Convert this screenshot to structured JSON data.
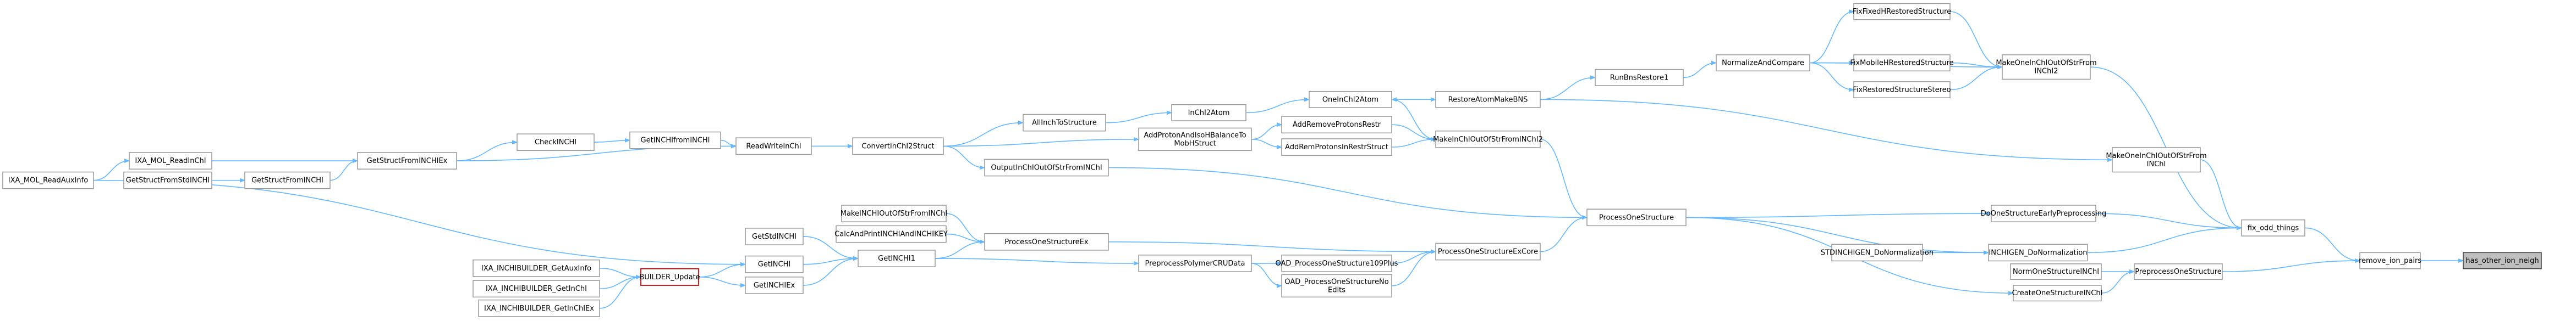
{
  "graph": {
    "nodes": [
      {
        "id": "n0",
        "label": "has_other_ion_neigh",
        "style": "root"
      },
      {
        "id": "n1",
        "label": "remove_ion_pairs"
      },
      {
        "id": "n2",
        "label": "fix_odd_things"
      },
      {
        "id": "n3",
        "label": "PreprocessOneStructure"
      },
      {
        "id": "n4",
        "label": "MakeOneInChIOutOfStrFrom\nINChI"
      },
      {
        "id": "n5",
        "label": "MakeOneInChIOutOfStrFrom\nINChI2"
      },
      {
        "id": "n6",
        "label": "DoOneStructureEarlyPreprocessing"
      },
      {
        "id": "n7",
        "label": "INCHIGEN_DoNormalization"
      },
      {
        "id": "n8",
        "label": "NormOneStructureINChI"
      },
      {
        "id": "n9",
        "label": "CreateOneStructureINChI"
      },
      {
        "id": "n10",
        "label": "FixFixedHRestoredStructure"
      },
      {
        "id": "n11",
        "label": "NormalizeAndCompare"
      },
      {
        "id": "n12",
        "label": "FixMobileHRestoredStructure"
      },
      {
        "id": "n13",
        "label": "FixRestoredStructureStereo"
      },
      {
        "id": "n14",
        "label": "RunBnsRestore1"
      },
      {
        "id": "n15",
        "label": "RestoreAtomMakeBNS"
      },
      {
        "id": "n16",
        "label": "OneInChI2Atom"
      },
      {
        "id": "n17",
        "label": "InChI2Atom"
      },
      {
        "id": "n18",
        "label": "AllInchToStructure"
      },
      {
        "id": "n19",
        "label": "AddRemoveProtonsRestr"
      },
      {
        "id": "n20",
        "label": "AddRemProtonsInRestrStruct"
      },
      {
        "id": "n21",
        "label": "AddProtonAndIsoHBalanceTo\nMobHStruct"
      },
      {
        "id": "n22",
        "label": "ConvertInChI2Struct"
      },
      {
        "id": "n23",
        "label": "ReadWriteInChI"
      },
      {
        "id": "n24",
        "label": "GetINCHIfromINCHI"
      },
      {
        "id": "n25",
        "label": "CheckINCHI"
      },
      {
        "id": "n26",
        "label": "GetStructFromINCHIEx"
      },
      {
        "id": "n27",
        "label": "IXA_MOL_ReadInChI"
      },
      {
        "id": "n28",
        "label": "IXA_MOL_ReadAuxInfo"
      },
      {
        "id": "n29",
        "label": "GetStructFromStdINCHI"
      },
      {
        "id": "n30",
        "label": "GetStructFromINCHI"
      },
      {
        "id": "n31",
        "label": "MakeInChIOutOfStrFromINChI2"
      },
      {
        "id": "n32",
        "label": "OutputInChIOutOfStrFromINChI"
      },
      {
        "id": "n33",
        "label": "ProcessOneStructure"
      },
      {
        "id": "n34",
        "label": "STDINCHIGEN_DoNormalization"
      },
      {
        "id": "n35",
        "label": "ProcessOneStructureExCore"
      },
      {
        "id": "n36",
        "label": "ProcessOneStructureEx"
      },
      {
        "id": "n37",
        "label": "MakeINCHIOutOfStrFromINChI"
      },
      {
        "id": "n38",
        "label": "CalcAndPrintINCHIAndINCHIKEY"
      },
      {
        "id": "n39",
        "label": "GetINCHI1"
      },
      {
        "id": "n40",
        "label": "GetStdINCHI"
      },
      {
        "id": "n41",
        "label": "GetINCHI"
      },
      {
        "id": "n42",
        "label": "GetINCHIEx"
      },
      {
        "id": "n43",
        "label": "BUILDER_Update",
        "style": "highlight"
      },
      {
        "id": "n44",
        "label": "IXA_INCHIBUILDER_GetAuxInfo"
      },
      {
        "id": "n45",
        "label": "IXA_INCHIBUILDER_GetInChI"
      },
      {
        "id": "n46",
        "label": "IXA_INCHIBUILDER_GetInChIEx"
      },
      {
        "id": "n47",
        "label": "PreprocessPolymerCRUData"
      },
      {
        "id": "n48",
        "label": "OAD_ProcessOneStructure109Plus"
      },
      {
        "id": "n49",
        "label": "OAD_ProcessOneStructureNo\nEdits"
      }
    ],
    "edges": [
      [
        "n1",
        "n0"
      ],
      [
        "n2",
        "n1"
      ],
      [
        "n3",
        "n1"
      ],
      [
        "n4",
        "n2"
      ],
      [
        "n5",
        "n2"
      ],
      [
        "n6",
        "n2"
      ],
      [
        "n7",
        "n2"
      ],
      [
        "n8",
        "n3"
      ],
      [
        "n9",
        "n3"
      ],
      [
        "n10",
        "n5"
      ],
      [
        "n11",
        "n5"
      ],
      [
        "n12",
        "n5"
      ],
      [
        "n13",
        "n5"
      ],
      [
        "n11",
        "n10"
      ],
      [
        "n11",
        "n12"
      ],
      [
        "n11",
        "n13"
      ],
      [
        "n14",
        "n11"
      ],
      [
        "n15",
        "n14"
      ],
      [
        "n15",
        "n4"
      ],
      [
        "n16",
        "n15"
      ],
      [
        "n17",
        "n16"
      ],
      [
        "n18",
        "n17"
      ],
      [
        "n22",
        "n18"
      ],
      [
        "n31",
        "n16"
      ],
      [
        "n19",
        "n31"
      ],
      [
        "n20",
        "n31"
      ],
      [
        "n21",
        "n19"
      ],
      [
        "n21",
        "n20"
      ],
      [
        "n22",
        "n21"
      ],
      [
        "n31",
        "n33"
      ],
      [
        "n32",
        "n33"
      ],
      [
        "n22",
        "n32"
      ],
      [
        "n33",
        "n6"
      ],
      [
        "n33",
        "n7"
      ],
      [
        "n33",
        "n9"
      ],
      [
        "n34",
        "n7"
      ],
      [
        "n35",
        "n33"
      ],
      [
        "n36",
        "n35"
      ],
      [
        "n47",
        "n48"
      ],
      [
        "n48",
        "n35"
      ],
      [
        "n49",
        "n35"
      ],
      [
        "n47",
        "n49"
      ],
      [
        "n39",
        "n36"
      ],
      [
        "n37",
        "n36"
      ],
      [
        "n38",
        "n36"
      ],
      [
        "n39",
        "n47"
      ],
      [
        "n23",
        "n22"
      ],
      [
        "n24",
        "n23"
      ],
      [
        "n26",
        "n23"
      ],
      [
        "n25",
        "n24"
      ],
      [
        "n26",
        "n25"
      ],
      [
        "n27",
        "n26"
      ],
      [
        "n28",
        "n27"
      ],
      [
        "n30",
        "n26"
      ],
      [
        "n29",
        "n30"
      ],
      [
        "n40",
        "n39"
      ],
      [
        "n41",
        "n39"
      ],
      [
        "n42",
        "n39"
      ],
      [
        "n28",
        "n41"
      ],
      [
        "n43",
        "n41"
      ],
      [
        "n43",
        "n42"
      ],
      [
        "n44",
        "n43"
      ],
      [
        "n45",
        "n43"
      ],
      [
        "n46",
        "n43"
      ]
    ]
  }
}
